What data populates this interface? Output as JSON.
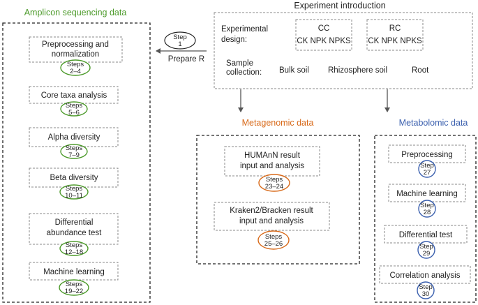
{
  "colors": {
    "amplicon": "#4c9a2a",
    "metagenomic": "#d86a1a",
    "metabolomic": "#3a5fae",
    "step1": "#222222"
  },
  "amplicon": {
    "title": "Amplicon sequencing data",
    "preprocessing": {
      "line1": "Preprocessing and",
      "line2": "normalization",
      "step1": "Steps",
      "step2": "2–4"
    },
    "core": {
      "label": "Core taxa analysis",
      "step1": "Steps",
      "step2": "5–6"
    },
    "alpha": {
      "label": "Alpha diversity",
      "step1": "Steps",
      "step2": "7–9"
    },
    "beta": {
      "label": "Beta diversity",
      "step1": "Steps",
      "step2": "10–11"
    },
    "differential": {
      "line1": "Differential",
      "line2": "abundance test",
      "step1": "Steps",
      "step2": "12–18"
    },
    "ml": {
      "label": "Machine learning",
      "step1": "Steps",
      "step2": "19–22"
    }
  },
  "step1": {
    "line1": "Step",
    "line2": "1"
  },
  "prepare_r": "Prepare R",
  "experiment": {
    "title": "Experiment introduction",
    "design_line1": "Experimental",
    "design_line2": "design:",
    "cc": {
      "title": "CC",
      "treatments": "CK NPK NPKS"
    },
    "rc": {
      "title": "RC",
      "treatments": "CK NPK NPKS"
    },
    "sample_line1": "Sample",
    "sample_line2": "collection:",
    "bulk": "Bulk soil",
    "rhizosphere": "Rhizosphere soil",
    "root": "Root"
  },
  "metagenomic": {
    "title": "Metagenomic data",
    "humann": {
      "line1": "HUMAnN result",
      "line2": "input and analysis",
      "step1": "Steps",
      "step2": "23–24"
    },
    "kraken": {
      "line1": "Kraken2/Bracken result",
      "line2": "input and analysis",
      "step1": "Steps",
      "step2": "25–26"
    }
  },
  "metabolomic": {
    "title": "Metabolomic data",
    "preprocessing": {
      "label": "Preprocessing",
      "step1": "Step",
      "step2": "27"
    },
    "ml": {
      "label": "Machine learning",
      "step1": "Step",
      "step2": "28"
    },
    "differential": {
      "label": "Differential test",
      "step1": "Step",
      "step2": "29"
    },
    "correlation": {
      "label": "Correlation analysis",
      "step1": "Step",
      "step2": "30"
    }
  }
}
